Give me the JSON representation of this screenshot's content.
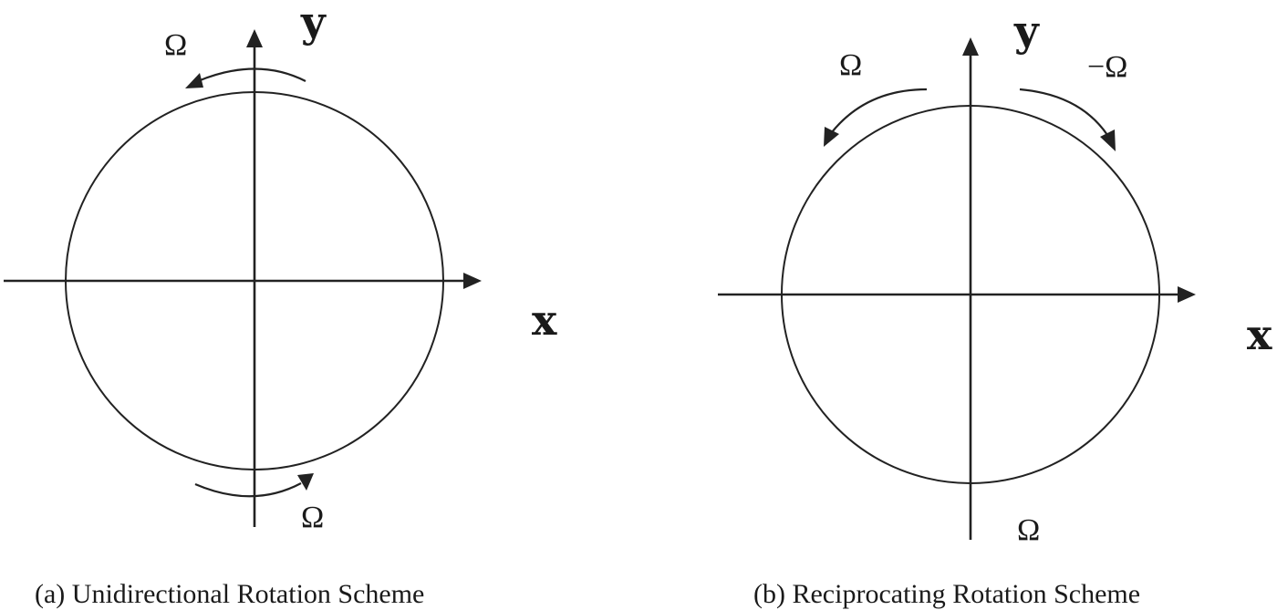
{
  "panel_a": {
    "x_label": "x",
    "y_label": "y",
    "omega_top": "Ω",
    "omega_bottom": "Ω",
    "caption": "(a) Unidirectional Rotation Scheme"
  },
  "panel_b": {
    "x_label": "x",
    "y_label": "y",
    "omega_top_left": "Ω",
    "omega_top_right": "−Ω",
    "omega_bottom": "Ω",
    "caption": "(b) Reciprocating Rotation Scheme"
  }
}
